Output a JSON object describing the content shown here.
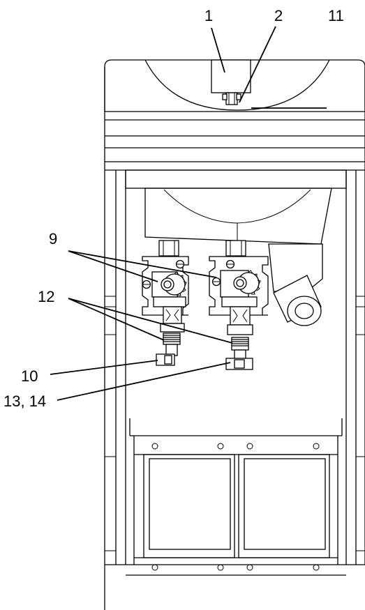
{
  "callouts": {
    "c1": "1",
    "c2": "2",
    "c11": "11",
    "c9": "9",
    "c12": "12",
    "c10": "10",
    "c13_14": "13, 14"
  },
  "colors": {
    "line": "#000000",
    "shade": "#e6e6e6",
    "background": "#ffffff"
  }
}
